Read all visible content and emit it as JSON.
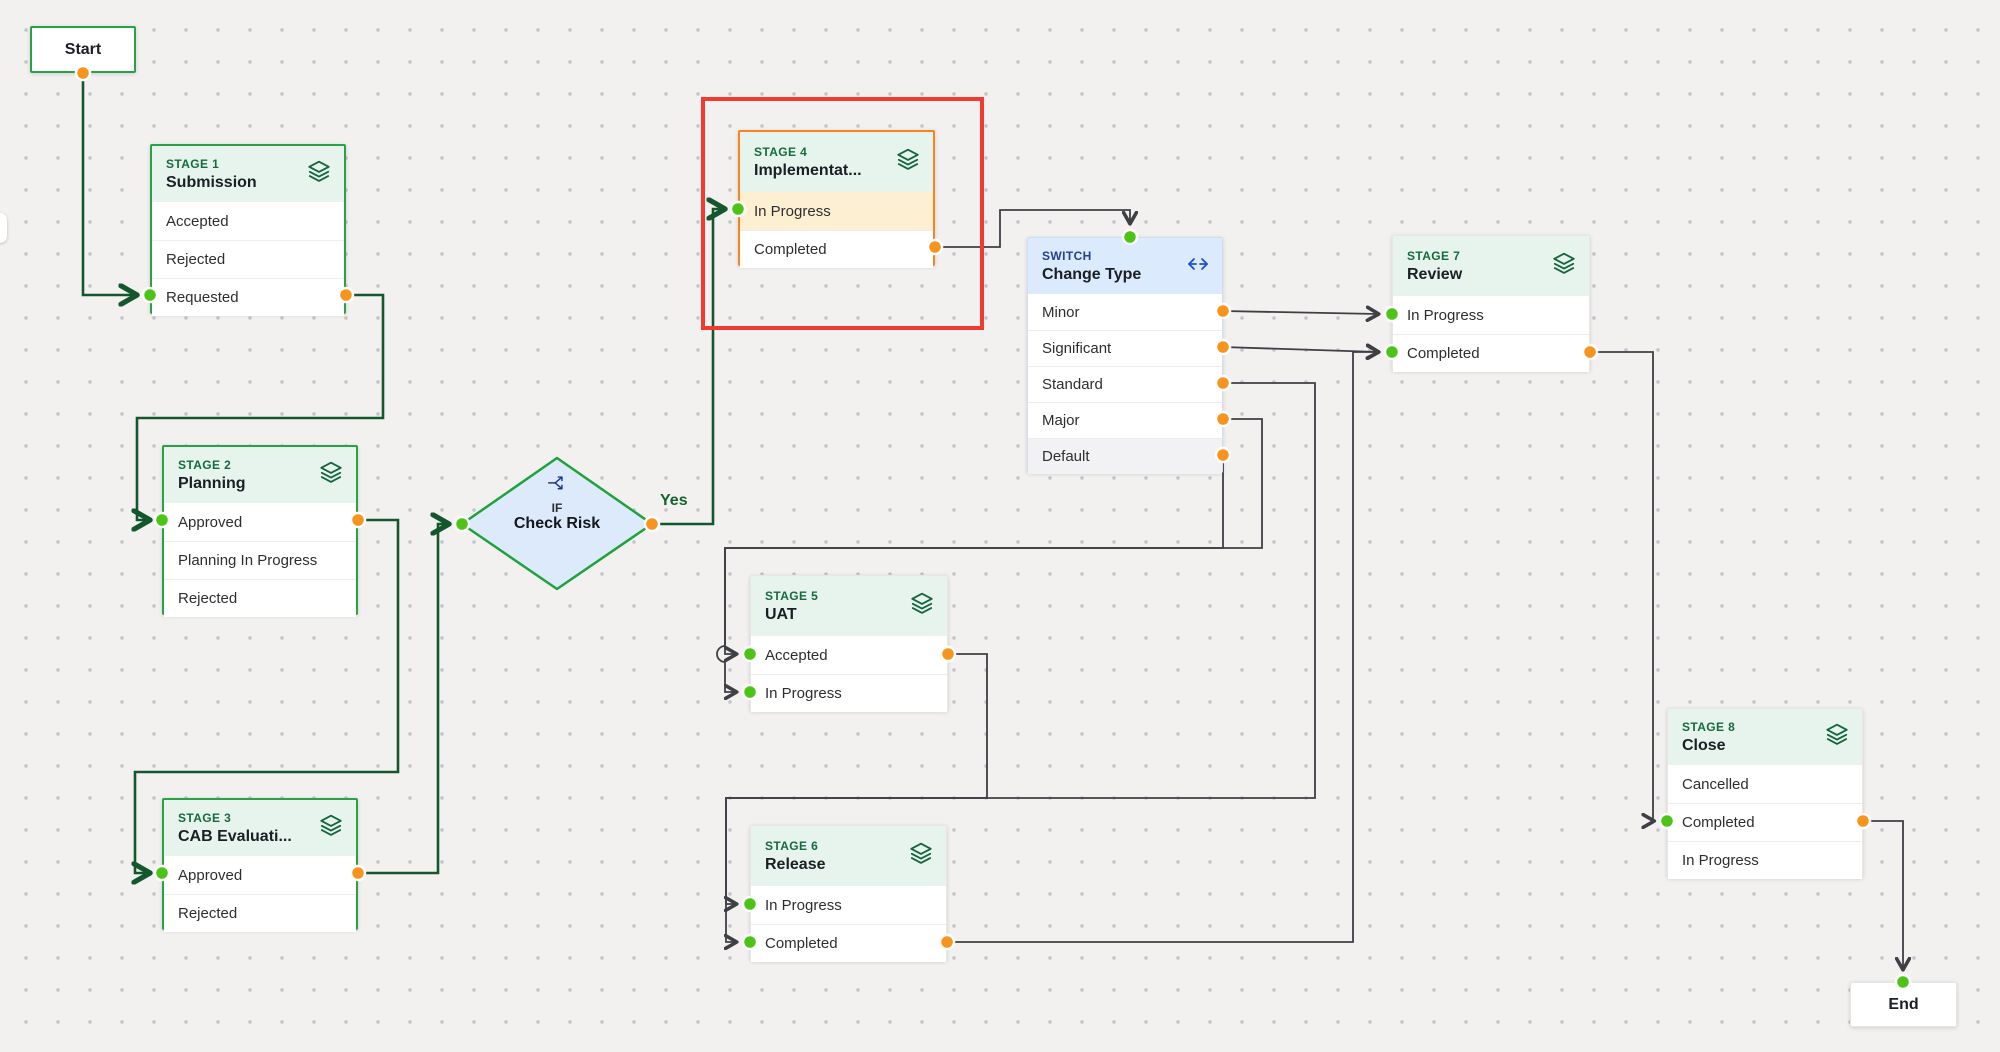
{
  "canvas": {
    "background": "#f2f1ef",
    "dot_color": "#c4c4cd"
  },
  "colors": {
    "stage_border_green": "#2aa147",
    "stage_header_bg": "#e7f4ee",
    "stage_kind_text": "#156b3e",
    "stage4_border_orange": "#f5861f",
    "stage4_active_row_bg": "#fdf0d2",
    "switch_header_bg": "#dbeafc",
    "switch_kind_text": "#23418f",
    "if_diamond_fill": "#dceafb",
    "selection_red": "#f23b2e",
    "edge_green": "#14572d",
    "edge_gray": "#3f3f46",
    "port_input_green": "#4cc417",
    "port_output_orange": "#f7941d"
  },
  "nodes": {
    "start": {
      "label": "Start"
    },
    "stage1": {
      "kind": "STAGE 1",
      "title": "Submission",
      "rows": [
        "Accepted",
        "Rejected",
        "Requested"
      ]
    },
    "stage2": {
      "kind": "STAGE 2",
      "title": "Planning",
      "rows": [
        "Approved",
        "Planning In Progress",
        "Rejected"
      ]
    },
    "stage3": {
      "kind": "STAGE 3",
      "title": "CAB Evaluati...",
      "rows": [
        "Approved",
        "Rejected"
      ]
    },
    "if": {
      "kind": "IF",
      "title": "Check Risk",
      "branch_label": "Yes"
    },
    "stage4": {
      "kind": "STAGE 4",
      "title": "Implementat...",
      "rows": [
        "In Progress",
        "Completed"
      ]
    },
    "switch": {
      "kind": "SWITCH",
      "title": "Change Type",
      "rows": [
        "Minor",
        "Significant",
        "Standard",
        "Major",
        "Default"
      ]
    },
    "stage5": {
      "kind": "STAGE 5",
      "title": "UAT",
      "rows": [
        "Accepted",
        "In Progress"
      ]
    },
    "stage6": {
      "kind": "STAGE 6",
      "title": "Release",
      "rows": [
        "In Progress",
        "Completed"
      ]
    },
    "stage7": {
      "kind": "STAGE 7",
      "title": "Review",
      "rows": [
        "In Progress",
        "Completed"
      ]
    },
    "stage8": {
      "kind": "STAGE 8",
      "title": "Close",
      "rows": [
        "Cancelled",
        "Completed",
        "In Progress"
      ]
    },
    "end": {
      "label": "End"
    }
  }
}
